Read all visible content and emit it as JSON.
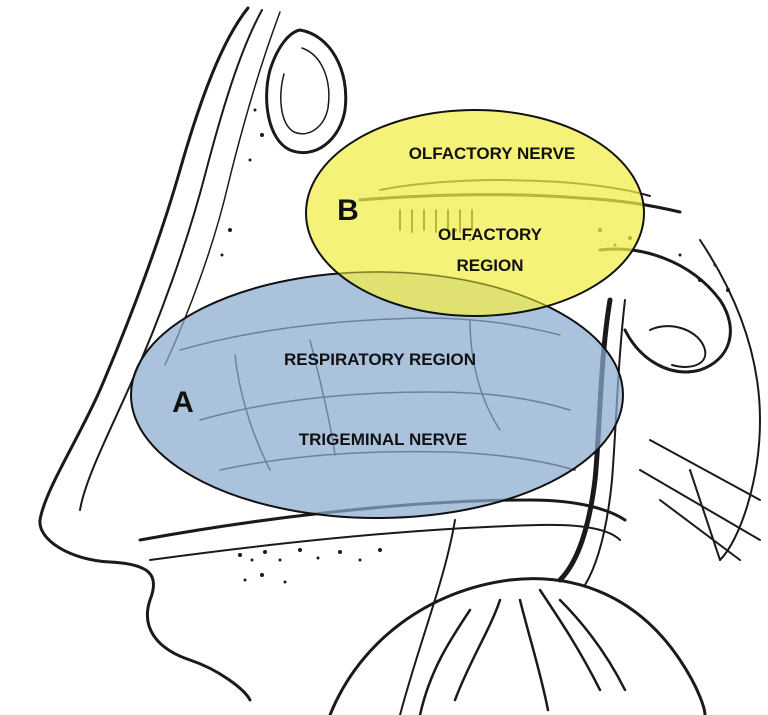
{
  "regions": {
    "a": {
      "letter": "A",
      "labels": [
        "RESPIRATORY REGION",
        "TRIGEMINAL NERVE"
      ],
      "fill": "#8aaad0"
    },
    "b": {
      "letter": "B",
      "labels": [
        "OLFACTORY NERVE",
        "OLFACTORY",
        "REGION"
      ],
      "fill": "#f2ee4a"
    }
  },
  "colors": {
    "ink": "#1a1a1a",
    "outline": "#111111"
  }
}
